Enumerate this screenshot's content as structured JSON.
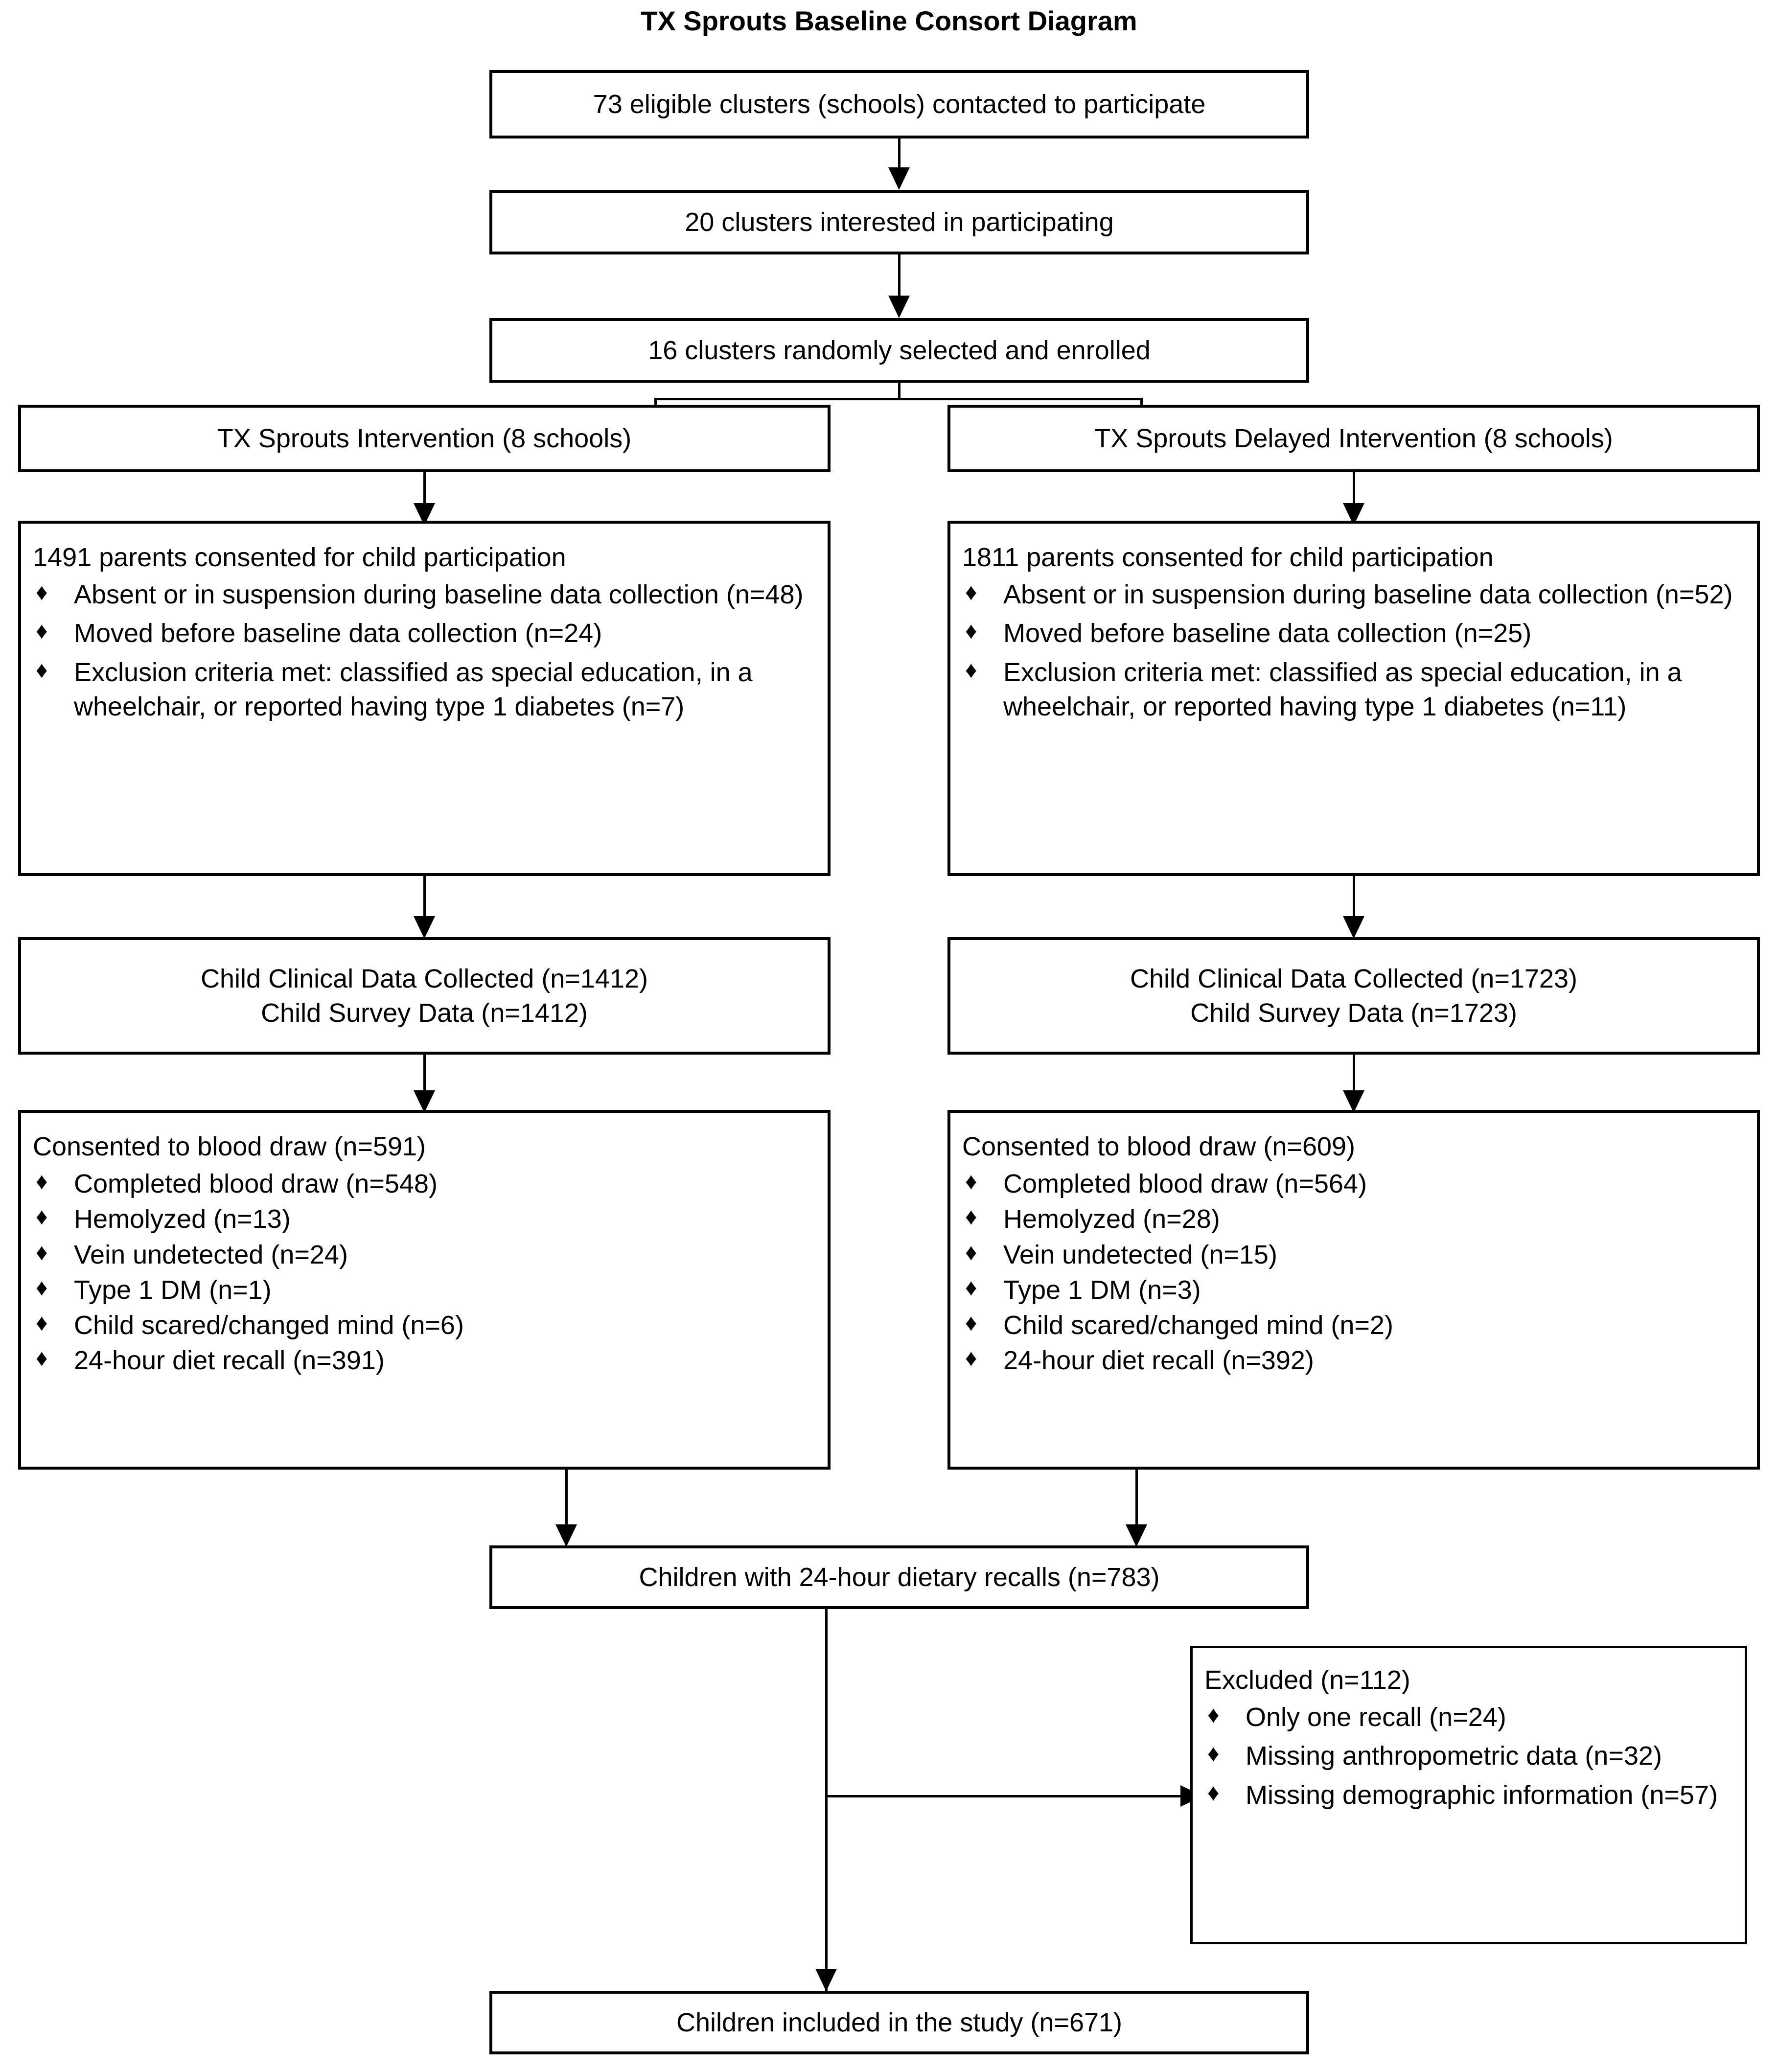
{
  "title": "TX Sprouts Baseline Consort Diagram",
  "bullet_glyph": "♦",
  "colors": {
    "background": "#ffffff",
    "stroke": "#000000",
    "text": "#000000"
  },
  "flow": {
    "screening": {
      "contacted": "73 eligible clusters (schools) contacted to participate",
      "interested": "20 clusters interested in participating",
      "enrolled": "16 clusters randomly selected and enrolled"
    },
    "arms": [
      {
        "id": "intervention",
        "header": "TX Sprouts Intervention (8 schools)",
        "consent": {
          "lead": "1491 parents consented for child participation",
          "bullets": [
            "Absent or in suspension during baseline data collection (n=48)",
            "Moved before baseline data collection (n=24)",
            "Exclusion criteria met: classified as special education, in a wheelchair, or reported having type 1 diabetes (n=7)"
          ]
        },
        "data_collected": {
          "clinical": "Child Clinical Data Collected (n=1412)",
          "survey": "Child Survey Data (n=1412)"
        },
        "blood_draw": {
          "lead": "Consented to blood draw (n=591)",
          "bullets": [
            "Completed blood draw (n=548)",
            "Hemolyzed (n=13)",
            "Vein undetected (n=24)",
            "Type 1 DM (n=1)",
            "Child scared/changed mind (n=6)",
            "24-hour diet recall (n=391)"
          ]
        }
      },
      {
        "id": "delayed-intervention",
        "header": "TX Sprouts Delayed Intervention (8 schools)",
        "consent": {
          "lead": "1811 parents consented for child participation",
          "bullets": [
            "Absent or in suspension during baseline data collection (n=52)",
            "Moved before baseline data collection (n=25)",
            "Exclusion criteria met: classified as special education, in a wheelchair, or reported having type 1 diabetes (n=11)"
          ]
        },
        "data_collected": {
          "clinical": "Child Clinical Data Collected (n=1723)",
          "survey": "Child Survey Data (n=1723)"
        },
        "blood_draw": {
          "lead": "Consented to blood draw (n=609)",
          "bullets": [
            "Completed blood draw (n=564)",
            "Hemolyzed (n=28)",
            "Vein undetected (n=15)",
            "Type 1 DM (n=3)",
            "Child scared/changed mind (n=2)",
            "24-hour diet recall (n=392)"
          ]
        }
      }
    ],
    "combined": "Children with 24-hour dietary recalls (n=783)",
    "excluded": {
      "lead": "Excluded (n=112)",
      "bullets": [
        "Only one recall (n=24)",
        "Missing anthropometric data (n=32)",
        "Missing demographic information (n=57)"
      ]
    },
    "final": "Children included in the study (n=671)"
  },
  "chart_data": {
    "type": "diagram",
    "title": "TX Sprouts Baseline Consort Diagram",
    "nodes": [
      {
        "id": "contacted",
        "label": "73 eligible clusters (schools) contacted to participate",
        "value": 73
      },
      {
        "id": "interested",
        "label": "20 clusters interested in participating",
        "value": 20
      },
      {
        "id": "enrolled",
        "label": "16 clusters randomly selected and enrolled",
        "value": 16
      },
      {
        "id": "arm-intervention",
        "label": "TX Sprouts Intervention (8 schools)",
        "value": 8
      },
      {
        "id": "arm-delayed",
        "label": "TX Sprouts Delayed Intervention (8 schools)",
        "value": 8
      },
      {
        "id": "consent-intervention",
        "label": "1491 parents consented for child participation",
        "value": 1491
      },
      {
        "id": "consent-delayed",
        "label": "1811 parents consented for child participation",
        "value": 1811
      },
      {
        "id": "clinical-intervention",
        "label": "Child Clinical Data Collected",
        "value": 1412
      },
      {
        "id": "survey-intervention",
        "label": "Child Survey Data",
        "value": 1412
      },
      {
        "id": "clinical-delayed",
        "label": "Child Clinical Data Collected",
        "value": 1723
      },
      {
        "id": "survey-delayed",
        "label": "Child Survey Data",
        "value": 1723
      },
      {
        "id": "blood-intervention",
        "label": "Consented to blood draw",
        "value": 591
      },
      {
        "id": "blood-delayed",
        "label": "Consented to blood draw",
        "value": 609
      },
      {
        "id": "combined",
        "label": "Children with 24-hour dietary recalls",
        "value": 783
      },
      {
        "id": "excluded",
        "label": "Excluded",
        "value": 112
      },
      {
        "id": "final",
        "label": "Children included in the study",
        "value": 671
      }
    ],
    "exclusions": {
      "intervention": [
        {
          "reason": "Absent or in suspension during baseline data collection",
          "n": 48
        },
        {
          "reason": "Moved before baseline data collection",
          "n": 24
        },
        {
          "reason": "Exclusion criteria met: classified as special education, in a wheelchair, or reported having type 1 diabetes",
          "n": 7
        }
      ],
      "delayed": [
        {
          "reason": "Absent or in suspension during baseline data collection",
          "n": 52
        },
        {
          "reason": "Moved before baseline data collection",
          "n": 25
        },
        {
          "reason": "Exclusion criteria met: classified as special education, in a wheelchair, or reported having type 1 diabetes",
          "n": 11
        }
      ],
      "blood_draw_intervention": [
        {
          "reason": "Completed blood draw",
          "n": 548
        },
        {
          "reason": "Hemolyzed",
          "n": 13
        },
        {
          "reason": "Vein undetected",
          "n": 24
        },
        {
          "reason": "Type 1 DM",
          "n": 1
        },
        {
          "reason": "Child scared/changed mind",
          "n": 6
        },
        {
          "reason": "24-hour diet recall",
          "n": 391
        }
      ],
      "blood_draw_delayed": [
        {
          "reason": "Completed blood draw",
          "n": 564
        },
        {
          "reason": "Hemolyzed",
          "n": 28
        },
        {
          "reason": "Vein undetected",
          "n": 15
        },
        {
          "reason": "Type 1 DM",
          "n": 3
        },
        {
          "reason": "Child scared/changed mind",
          "n": 2
        },
        {
          "reason": "24-hour diet recall",
          "n": 392
        }
      ],
      "final_exclusions": [
        {
          "reason": "Only one recall",
          "n": 24
        },
        {
          "reason": "Missing anthropometric data",
          "n": 32
        },
        {
          "reason": "Missing demographic information",
          "n": 57
        }
      ]
    }
  }
}
